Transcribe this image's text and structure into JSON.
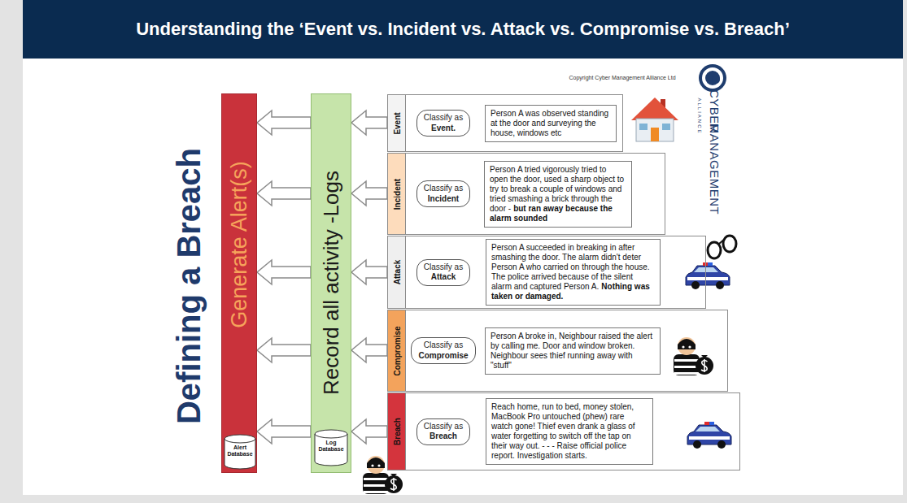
{
  "diagram": {
    "title": "Understanding the ‘Event vs. Incident vs. Attack vs. Compromise vs. Breach’",
    "nodes": [
      {
        "text": [
          "Generate Alert(s)"
        ]
      },
      {
        "text": [
          "Alert Database"
        ],
        "in": 0
      },
      {
        "text": [
          "Record all activity -Logs"
        ]
      },
      {
        "text": [
          "Log Database"
        ],
        "in": 2
      },
      {
        "text": [
          "Event"
        ]
      },
      {
        "text": [
          "Classify as",
          "Event."
        ],
        "in": 4
      },
      {
        "text": [
          "Person A was observed standing at the door and surveying the house, windows etc"
        ],
        "in": 4
      },
      {
        "text": [
          "Incident"
        ]
      },
      {
        "text": [
          "Classify as",
          "Incident"
        ],
        "in": 7
      },
      {
        "text": [
          "Person A tried vigorously tried to open the door, used a sharp object to try to break a couple of windows and tried smashing a brick through the door -",
          "but ran away because the alarm sounded"
        ],
        "in": 7
      },
      {
        "text": [
          "Attack"
        ]
      },
      {
        "text": [
          "Classify as",
          "Attack"
        ],
        "in": 10
      },
      {
        "text": [
          "Person A succeeded in breaking in after smashing the door. The alarm didn't deter Person A who carried on through the house. The police arrived because of the silent alarm and captured Person A.",
          "Nothing was taken or damaged."
        ],
        "in": 10
      },
      {
        "text": [
          "Compromise"
        ]
      },
      {
        "text": [
          "Classify as",
          "Compromise"
        ],
        "in": 13
      },
      {
        "text": [
          "Person A broke in, Neighbour raised the alert by calling me. Door and window broken. Neighbour sees thief running away with \"stuff\""
        ],
        "in": 13
      },
      {
        "text": [
          "Breach"
        ]
      },
      {
        "text": [
          "Classify as",
          "Breach"
        ],
        "in": 16
      },
      {
        "text": [
          "Reach home, run to bed, money stolen, MacBook Pro untouched (phew) rare watch gone! Thief even drank a glass of water forgetting to switch off the tap on their way out. - - - Raise official police report. Investigation starts."
        ],
        "in": 16
      }
    ],
    "edges": [
      {
        "from": 4,
        "to": 2,
        "arrow": "to"
      },
      {
        "from": 2,
        "to": 0,
        "arrow": "to"
      },
      {
        "from": 7,
        "to": 2,
        "arrow": "to"
      },
      {
        "from": 2,
        "to": 0,
        "arrow": "to"
      },
      {
        "from": 10,
        "to": 2,
        "arrow": "to"
      },
      {
        "from": 2,
        "to": 0,
        "arrow": "to"
      },
      {
        "from": 13,
        "to": 2,
        "arrow": "to"
      },
      {
        "from": 2,
        "to": 0,
        "arrow": "to"
      },
      {
        "from": 16,
        "to": 2,
        "arrow": "to"
      },
      {
        "from": 2,
        "to": 0,
        "arrow": "to"
      }
    ],
    "labels": [
      "Defining a Breach",
      "Copyright Cyber Management Alliance Ltd",
      "CYBER",
      "MANAGEMENT",
      "ALLIANCE"
    ]
  }
}
